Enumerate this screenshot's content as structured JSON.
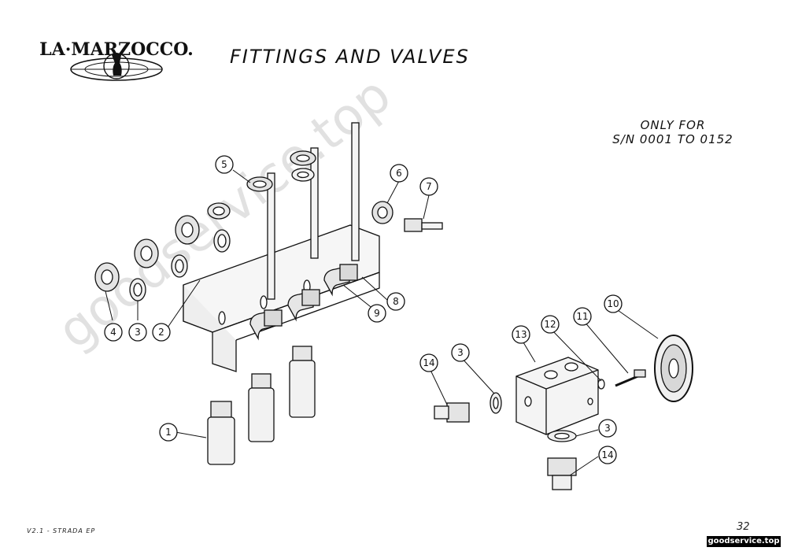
{
  "header": {
    "brand": "LA·MARZOCCO.",
    "title": "FITTINGS AND VALVES"
  },
  "note": {
    "line1": "ONLY FOR",
    "line2": "S/N 0001 TO 0152"
  },
  "callouts": [
    "1",
    "2",
    "3",
    "4",
    "5",
    "6",
    "7",
    "8",
    "9",
    "10",
    "11",
    "12",
    "13",
    "14",
    "3",
    "14"
  ],
  "footer": {
    "model": "V2.1 - STRADA EP",
    "page": "32",
    "site": "goodservice.top"
  },
  "watermark": "goodservice.top",
  "colors": {
    "line": "#111111",
    "fill_light": "#f2f2f2",
    "fill_mid": "#d4d4d4",
    "watermark": "#c9c9c9"
  }
}
